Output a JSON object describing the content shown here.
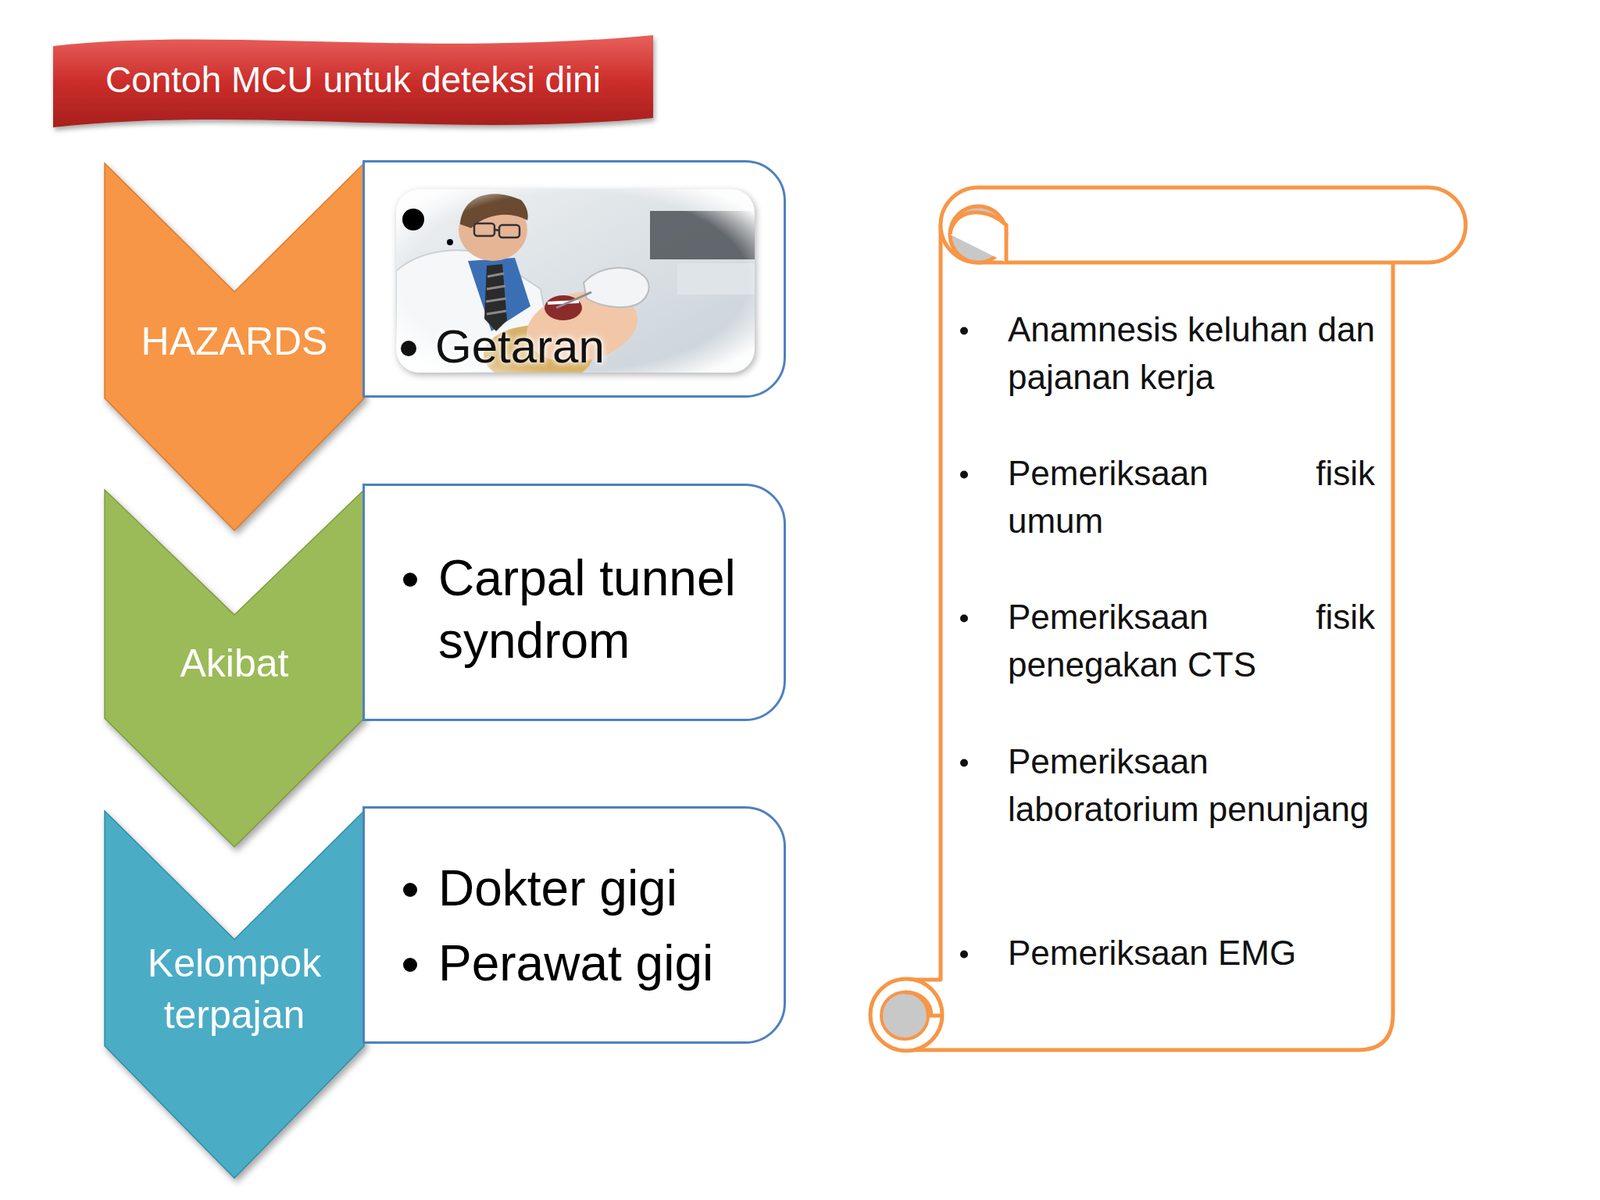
{
  "diagram": {
    "title": "Contoh MCU untuk deteksi dini",
    "nodes": [
      {
        "text": [
          "HAZARDS"
        ]
      },
      {
        "text": [
          "Getaran"
        ]
      },
      {
        "text": [
          "Akibat"
        ]
      },
      {
        "text": [
          "Carpal tunnel syndrom"
        ]
      },
      {
        "text": [
          "Kelompok terpajan"
        ]
      },
      {
        "text": [
          "Dokter gigi",
          "Perawat gigi"
        ]
      },
      {
        "text": [
          "Anamnesis keluhan dan pajanan kerja",
          "Pemeriksaan fisik umum",
          "Pemeriksaan fisik penegakan CTS",
          "Pemeriksaan laboratorium penunjang",
          "Pemeriksaan EMG"
        ]
      }
    ]
  }
}
